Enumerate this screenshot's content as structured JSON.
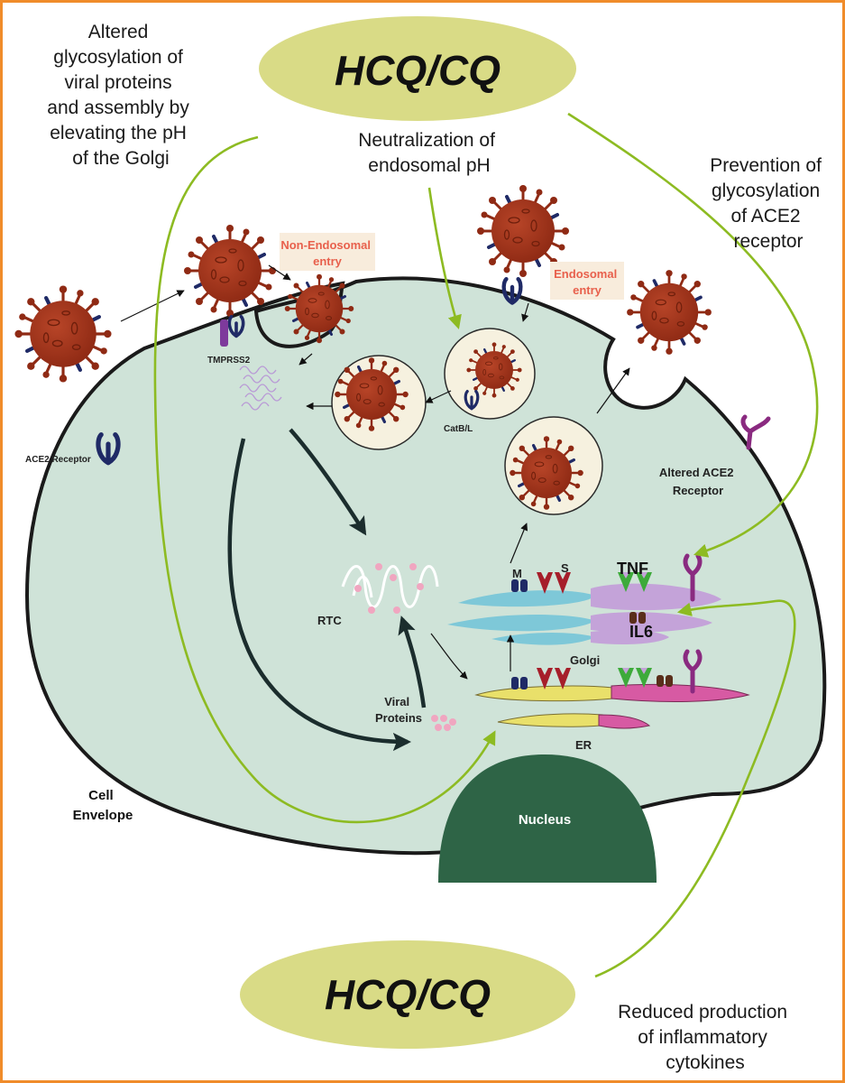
{
  "drug": {
    "top_label": "HCQ/CQ",
    "bottom_label": "HCQ/CQ"
  },
  "effects": {
    "golgi": [
      "Altered",
      "glycosylation of",
      "viral proteins",
      "and assembly by",
      "elevating the pH",
      "of the Golgi"
    ],
    "endosomal": [
      "Neutralization of",
      "endosomal pH"
    ],
    "ace2": [
      "Prevention of",
      "glycosylation",
      "of ACE2",
      "receptor"
    ],
    "cytokines": [
      "Reduced production",
      "of inflammatory",
      "cytokines"
    ]
  },
  "labels": {
    "non_endosomal": [
      "Non-Endosomal",
      "entry"
    ],
    "endosomal_entry": [
      "Endosomal",
      "entry"
    ],
    "tmprss2": "TMPRSS2",
    "ace2_receptor": "ACE2 Receptor",
    "catbl": "CatB/L",
    "altered_ace2": [
      "Altered ACE2",
      "Receptor"
    ],
    "rtc": "RTC",
    "viral_proteins": [
      "Viral",
      "Proteins"
    ],
    "m": "M",
    "s": "S",
    "tnf": "TNF",
    "il6": "IL6",
    "golgi": "Golgi",
    "er": "ER",
    "nucleus": "Nucleus",
    "cell_envelope": [
      "Cell",
      "Envelope"
    ]
  },
  "colors": {
    "frame": "#f08c2a",
    "cell": "#cfe3d8",
    "virus": "#a6341c",
    "spike": "#1f2a66",
    "arrow_green": "#8dbb22",
    "ellipse": "#d9db86",
    "vesicle": "#f6f1df",
    "nucleus": "#2e6446",
    "golgi_blue": "#7ec8d8",
    "golgi_purple": "#c4a3d9",
    "er_yellow": "#e9e06a",
    "er_pink": "#d75aa3",
    "entry_box": "#f8ecdc"
  }
}
